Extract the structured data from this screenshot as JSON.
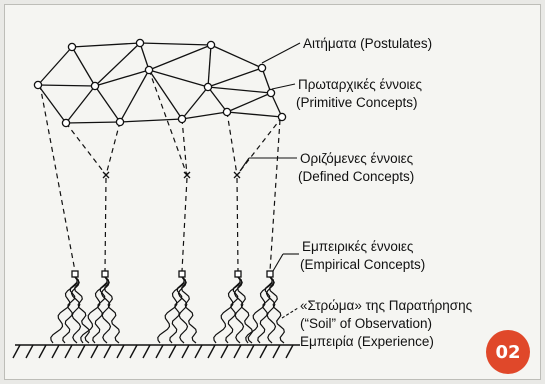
{
  "labels": {
    "postulates": "Αιτήματα (Postulates)",
    "primitive_gr": "Πρωταρχικές έννοιες",
    "primitive_en": "(Primitive Concepts)",
    "defined_gr": "Οριζόμενες έννοιες",
    "defined_en": "(Defined Concepts)",
    "empirical_gr": "Εμπειρικές έννοιες",
    "empirical_en": "(Empirical Concepts)",
    "soil_gr": "«Στρώμα» της Παρατήρησης",
    "soil_en": "(“Soil” of Observation)",
    "experience": "Εμπειρία (Experience)"
  },
  "badge": {
    "text": "02"
  },
  "colors": {
    "badge": "#e0482a",
    "ink": "#111111",
    "paper": "#f5f5f2"
  }
}
